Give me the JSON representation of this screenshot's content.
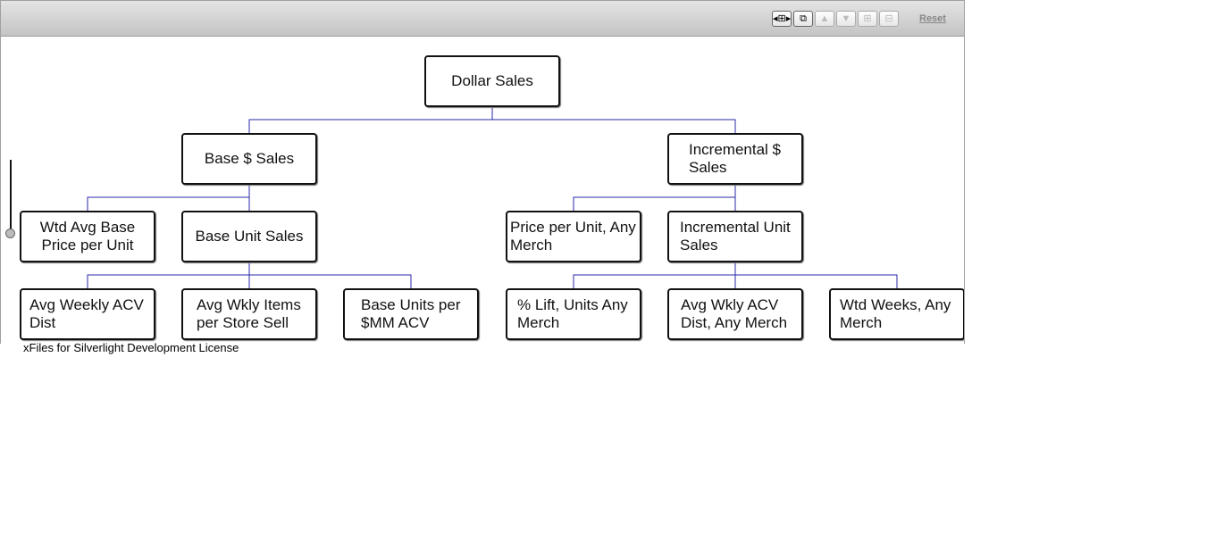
{
  "toolbar": {
    "buttons": [
      {
        "icon": "fit-to-screen-icon",
        "glyph": "◂⊞▸",
        "enabled": true
      },
      {
        "icon": "cascade-windows-icon",
        "glyph": "⧉",
        "enabled": true
      },
      {
        "icon": "arrow-up-icon",
        "glyph": "▲",
        "enabled": false
      },
      {
        "icon": "arrow-down-icon",
        "glyph": "▼",
        "enabled": false
      },
      {
        "icon": "expand-icon",
        "glyph": "⊞",
        "enabled": false
      },
      {
        "icon": "collapse-icon",
        "glyph": "⊟",
        "enabled": false
      }
    ],
    "reset_label": "Reset"
  },
  "tree": {
    "root": "Dollar Sales",
    "base_sales": "Base $ Sales",
    "incremental_sales": "Incremental $ Sales",
    "wtd_avg_base_price": "Wtd Avg Base Price per Unit",
    "base_unit_sales": "Base Unit Sales",
    "price_per_unit_any_merch": "Price per Unit, Any Merch",
    "incremental_unit_sales": "Incremental Unit Sales",
    "avg_weekly_acv_dist": "Avg Weekly ACV Dist",
    "avg_wkly_items": "Avg Wkly Items per Store Sell",
    "base_units_per_mm_acv": "Base Units per $MM ACV",
    "pct_lift_units": "% Lift, Units Any Merch",
    "avg_wkly_acv_any_merch": "Avg Wkly ACV Dist, Any Merch",
    "wtd_weeks_any_merch": "Wtd Weeks, Any Merch"
  },
  "license_text": "xFiles for Silverlight Development License",
  "colors": {
    "connector": "#2a2aa8",
    "node_border": "#111111"
  }
}
